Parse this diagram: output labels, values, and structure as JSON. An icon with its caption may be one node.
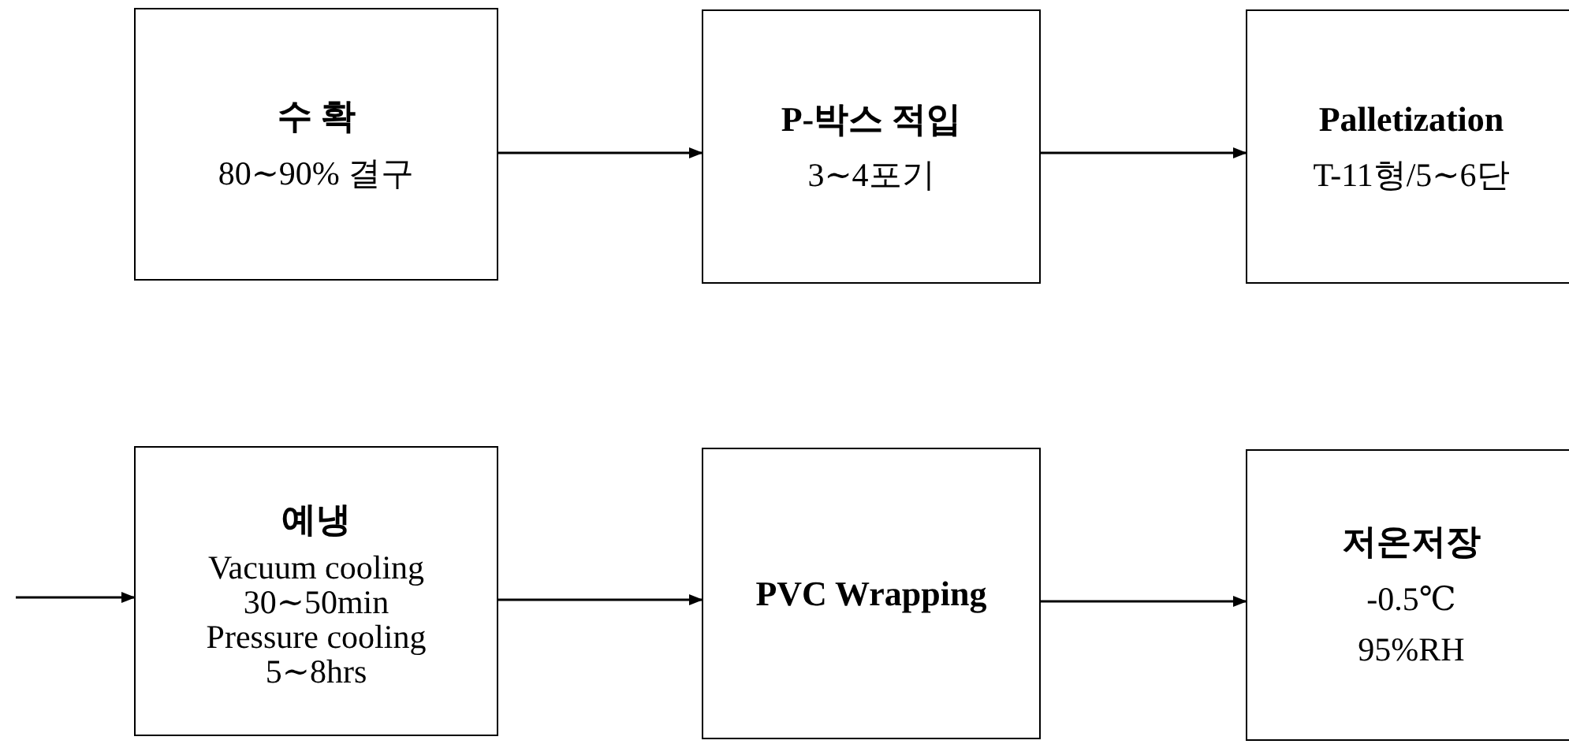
{
  "diagram": {
    "nodes": [
      {
        "text": [
          "수 확",
          "80∼90% 결구"
        ]
      },
      {
        "text": [
          "P-박스 적입",
          "3∼4포기"
        ]
      },
      {
        "text": [
          "Palletization",
          "T-11형/5∼6단"
        ]
      },
      {
        "text": [
          "예냉",
          "Vacuum cooling 30∼50min",
          "Pressure cooling 5∼8hrs"
        ]
      },
      {
        "text": [
          "PVC Wrapping"
        ]
      },
      {
        "text": [
          "저온저장",
          "-0.5℃",
          "95%RH"
        ]
      }
    ],
    "edges": [
      {
        "from": 0,
        "to": 1,
        "arrow": "to"
      },
      {
        "from": 1,
        "to": 2,
        "arrow": "to"
      },
      {
        "from": null,
        "to": 3,
        "arrow": "to"
      },
      {
        "from": 3,
        "to": 4,
        "arrow": "to"
      },
      {
        "from": 4,
        "to": 5,
        "arrow": "to"
      }
    ]
  }
}
